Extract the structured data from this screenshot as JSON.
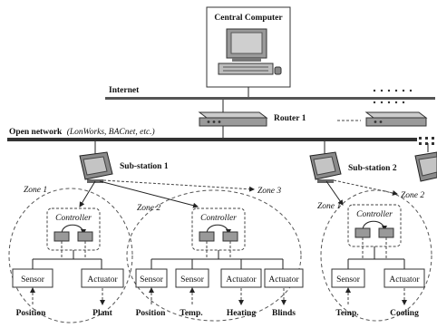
{
  "central_computer": "Central Computer",
  "internet": "Internet",
  "router": "Router 1",
  "open_network": {
    "main": "Open network",
    "detail": "(LonWorks, BACnet, etc.)"
  },
  "substation_1": "Sub-station 1",
  "substation_2": "Sub-station 2",
  "zones": {
    "s1_zone1": "Zone 1",
    "s1_zone2": "Zone 2",
    "s1_zone3": "Zone 3",
    "s2_zone1": "Zone 1",
    "s2_zone2": "Zone 2"
  },
  "controller": "Controller",
  "sensor": "Sensor",
  "actuator": "Actuator",
  "signals": {
    "position": "Position",
    "plant": "Plant",
    "temp": "Temp.",
    "heating": "Heating",
    "blinds": "Blinds",
    "cooling": "Cooling"
  }
}
